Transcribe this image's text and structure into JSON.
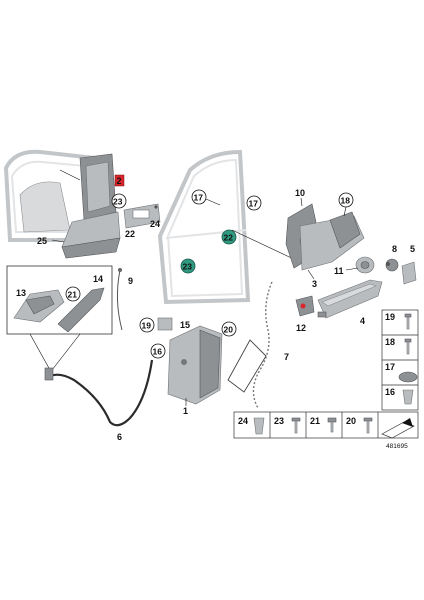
{
  "callouts": {
    "c1": "1",
    "c2": "2",
    "c4": "4",
    "c5": "5",
    "c6": "6",
    "c7": "7",
    "c8": "8",
    "c9": "9",
    "c10": "10",
    "c11": "11",
    "c12": "12",
    "c13": "13",
    "c14": "14",
    "c15": "15",
    "c16": "16",
    "c17a": "17",
    "c17b": "17",
    "c18": "18",
    "c19": "19",
    "c20": "20",
    "c21": "21",
    "c22a": "22",
    "c22b": "22",
    "c23": "23",
    "c24": "24",
    "c25": "25",
    "c3": "3"
  },
  "legend_right": [
    "19",
    "18",
    "17",
    "16"
  ],
  "legend_bottom": [
    "24",
    "23",
    "21",
    "20"
  ],
  "reference_number": "481695",
  "colors": {
    "part_fill": "#b9bcbf",
    "part_dark": "#8e9194",
    "highlight_green": "#2f9a7f",
    "highlight_red": "#d9262b",
    "door_outline": "#c3c6c9"
  }
}
